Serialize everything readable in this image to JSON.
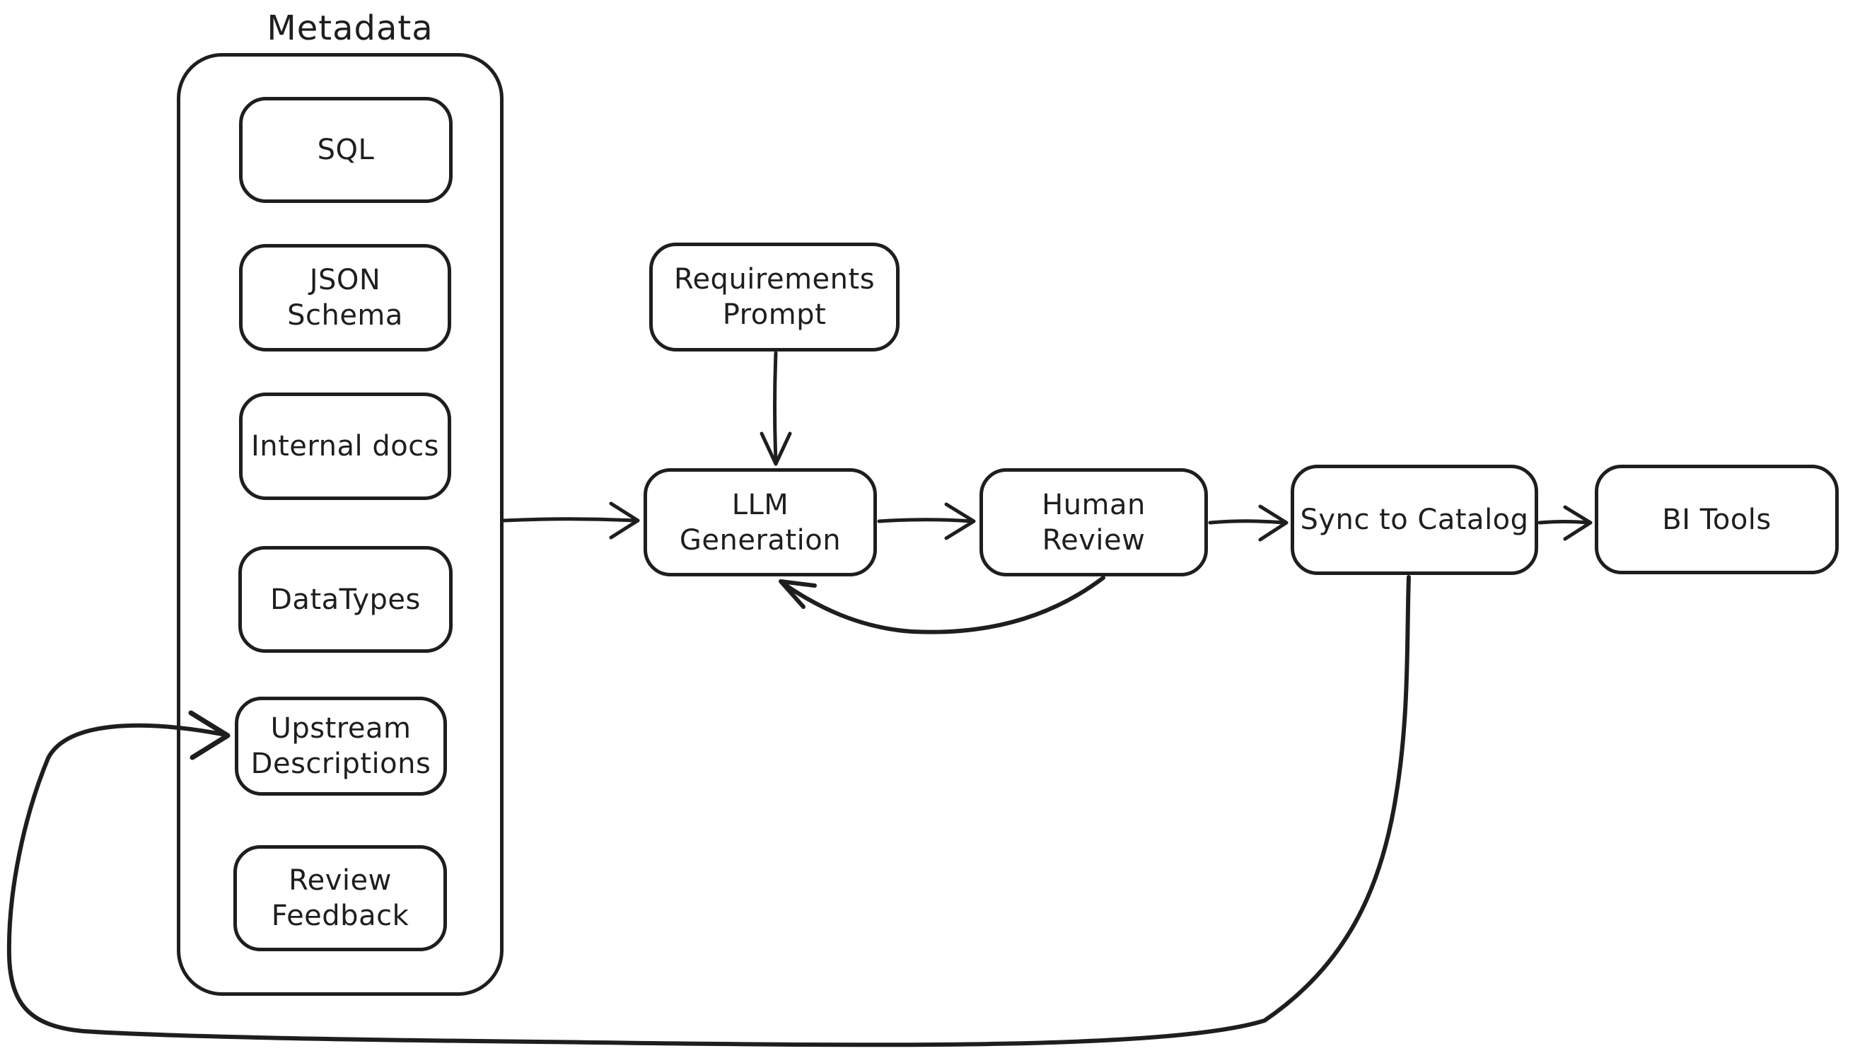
{
  "diagram": {
    "background": "#ffffff",
    "stroke_color": "#1e1e1e",
    "group": {
      "label": "Metadata",
      "items": [
        {
          "label": "SQL"
        },
        {
          "label": "JSON Schema"
        },
        {
          "label": "Internal docs"
        },
        {
          "label": "DataTypes"
        },
        {
          "line1": "Upstream",
          "line2": "Descriptions"
        },
        {
          "line1": "Review",
          "line2": "Feedback"
        }
      ]
    },
    "nodes": {
      "requirements_prompt": {
        "line1": "Requirements",
        "line2": "Prompt"
      },
      "llm_generation": {
        "label": "LLM Generation"
      },
      "human_review": {
        "label": "Human Review"
      },
      "sync_to_catalog": {
        "label": "Sync to Catalog"
      },
      "bi_tools": {
        "label": "BI Tools"
      }
    },
    "edges": [
      {
        "from": "Metadata",
        "to": "LLM Generation"
      },
      {
        "from": "Requirements Prompt",
        "to": "LLM Generation"
      },
      {
        "from": "LLM Generation",
        "to": "Human Review"
      },
      {
        "from": "Human Review",
        "to": "LLM Generation"
      },
      {
        "from": "Human Review",
        "to": "Sync to Catalog"
      },
      {
        "from": "Sync to Catalog",
        "to": "BI Tools"
      },
      {
        "from": "Sync to Catalog",
        "to": "Upstream Descriptions"
      }
    ]
  }
}
